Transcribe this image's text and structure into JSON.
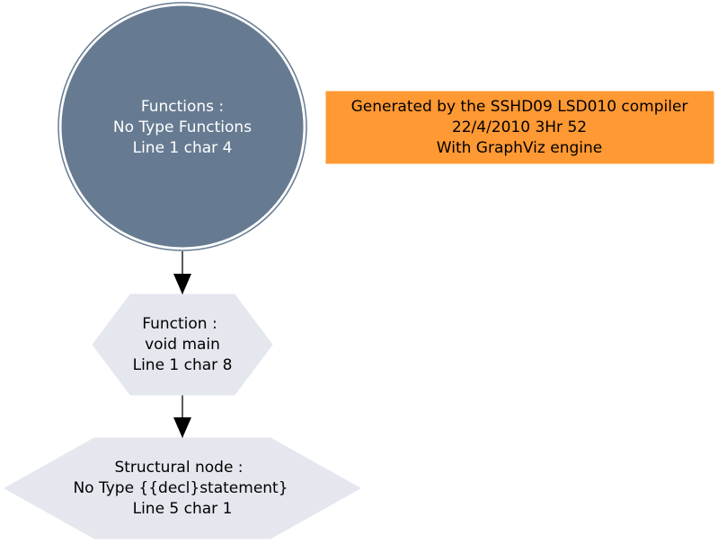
{
  "diagram": {
    "nodes": [
      {
        "id": "functions",
        "shape": "doublecircle",
        "fill": "#667b91",
        "text_color": "#ffffff",
        "lines": [
          "Functions :",
          "No Type Functions",
          "Line 1 char 4"
        ]
      },
      {
        "id": "function-main",
        "shape": "hexagon",
        "fill": "#e5e7ef",
        "text_color": "#000000",
        "lines": [
          "Function :",
          "void main",
          "Line 1 char 8"
        ]
      },
      {
        "id": "structural-node",
        "shape": "hexagon",
        "fill": "#e5e7ef",
        "text_color": "#000000",
        "lines": [
          "Structural node :",
          "No Type {{decl}statement}",
          "Line 5 char 1"
        ]
      }
    ],
    "edges": [
      {
        "from": "functions",
        "to": "function-main"
      },
      {
        "from": "function-main",
        "to": "structural-node"
      }
    ],
    "banner": {
      "fill": "#ff9933",
      "text_color": "#000000",
      "lines": [
        "Generated by the SSHD09 LSD010 compiler",
        "22/4/2010 3Hr 52",
        "With GraphViz engine"
      ]
    }
  }
}
